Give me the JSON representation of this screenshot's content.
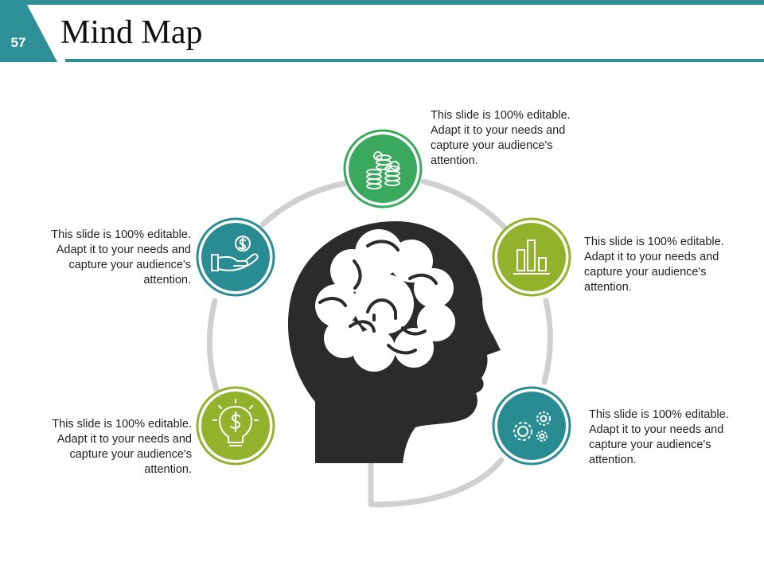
{
  "slide": {
    "number": "57",
    "title": "Mind Map",
    "accent_color": "#2f8f96"
  },
  "nodes": [
    {
      "id": "top",
      "icon": "coins-stack-icon",
      "color": "#3aa95e",
      "text": "This slide is 100% editable. Adapt it to your needs and capture your audience's attention."
    },
    {
      "id": "right-upper",
      "icon": "bar-chart-icon",
      "color": "#93b22c",
      "text": "This slide is 100% editable. Adapt it to your needs and capture your audience's attention."
    },
    {
      "id": "right-lower",
      "icon": "gears-icon",
      "color": "#2a8c93",
      "text": "This slide is 100% editable. Adapt it to your needs and capture your audience's attention."
    },
    {
      "id": "left-upper",
      "icon": "hand-dollar-icon",
      "color": "#2a8c93",
      "text": "This slide is 100% editable. Adapt it to your needs and capture your audience's attention."
    },
    {
      "id": "left-lower",
      "icon": "lightbulb-dollar-icon",
      "color": "#93b22c",
      "text": "This slide is 100% editable. Adapt it to your needs and capture your audience's attention."
    }
  ],
  "center": {
    "icon": "head-brain-icon",
    "color": "#2b2b2b"
  }
}
